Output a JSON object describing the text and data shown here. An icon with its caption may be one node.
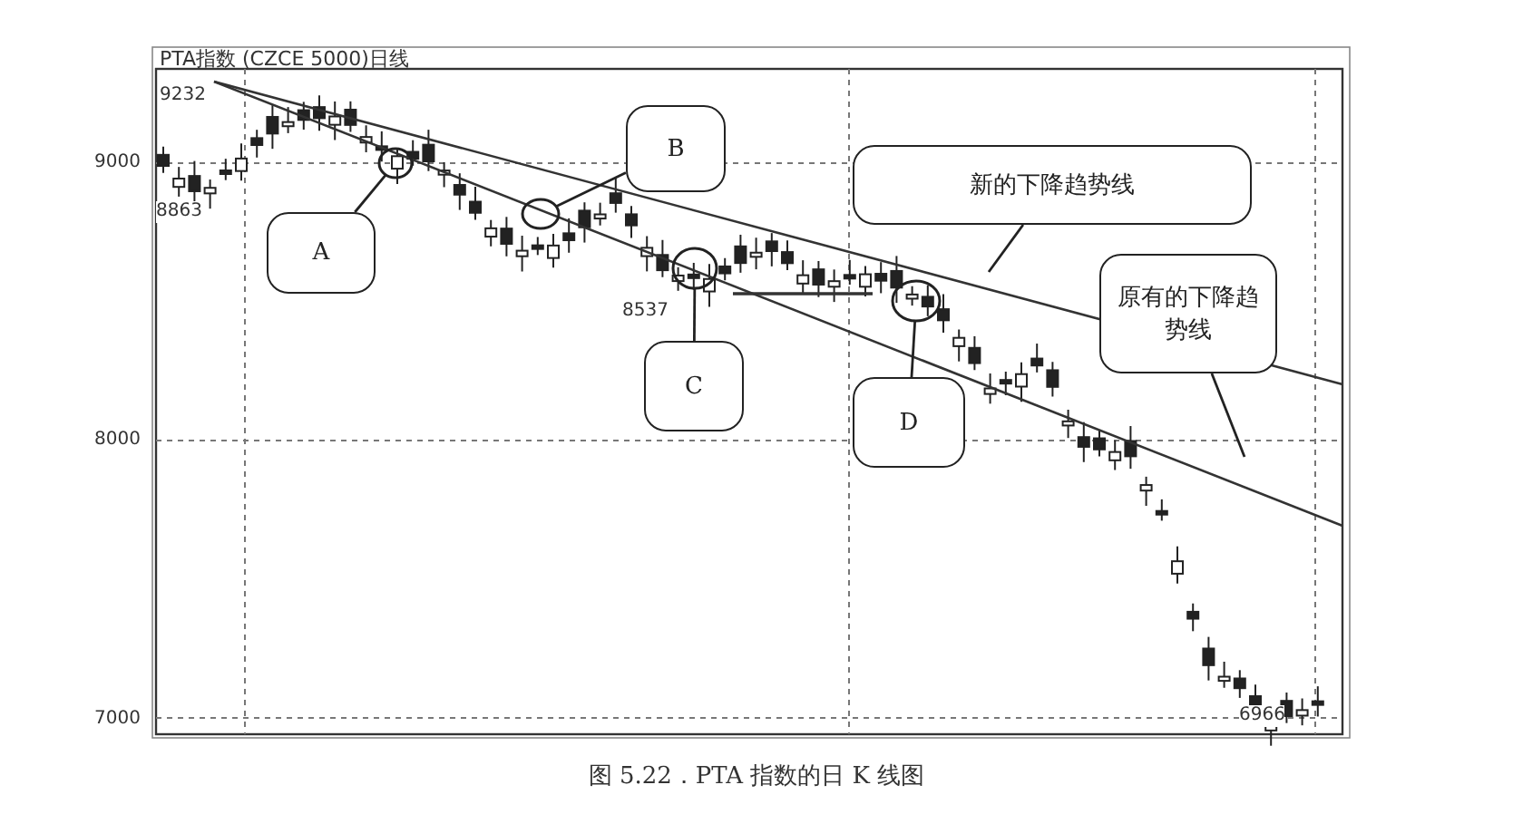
{
  "diagram": {
    "caption": "图 5.22．PTA 指数的日 K 线图",
    "nodes": [
      {
        "text": [
          "A"
        ]
      },
      {
        "text": [],
        "shape": "circle"
      },
      {
        "text": [
          "B"
        ]
      },
      {
        "text": [],
        "shape": "circle"
      },
      {
        "text": [
          "C"
        ]
      },
      {
        "text": [],
        "shape": "circle"
      },
      {
        "text": [
          "D"
        ]
      },
      {
        "text": [],
        "shape": "circle"
      },
      {
        "text": [
          "新的下降趋势线"
        ]
      },
      {
        "text": [
          "原有的下降趋势线"
        ]
      }
    ],
    "edges": [
      {
        "from": 0,
        "to": 1,
        "arrow": "none"
      },
      {
        "from": 2,
        "to": 3,
        "arrow": "none"
      },
      {
        "from": 4,
        "to": 5,
        "arrow": "none"
      },
      {
        "from": 6,
        "to": 7,
        "arrow": "none"
      },
      {
        "from": 8,
        "to": null,
        "arrow": "none"
      },
      {
        "from": 9,
        "to": null,
        "arrow": "none"
      }
    ],
    "labels": [
      "PTA指数 (CZCE 5000)日线",
      "9232",
      "9000",
      "8863",
      "8537",
      "8000",
      "7000",
      "6966"
    ]
  }
}
